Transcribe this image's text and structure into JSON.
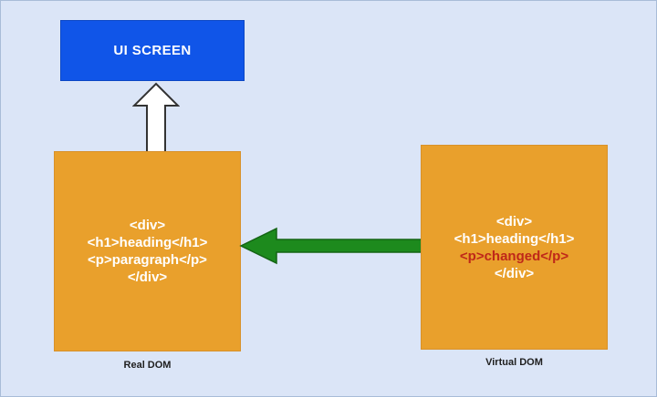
{
  "diagram": {
    "title_box": {
      "label": "UI SCREEN",
      "color": "#1055e8",
      "text_color": "#ffffff"
    },
    "real_dom": {
      "caption": "Real DOM",
      "color": "#e9a02c",
      "code": [
        {
          "text": "<div>",
          "color": "#ffffff",
          "changed": false
        },
        {
          "text": "<h1>heading</h1>",
          "color": "#ffffff",
          "changed": false
        },
        {
          "text": "<p>paragraph</p>",
          "color": "#ffffff",
          "changed": false
        },
        {
          "text": "</div>",
          "color": "#ffffff",
          "changed": false
        }
      ]
    },
    "virtual_dom": {
      "caption": "Virtual DOM",
      "color": "#e9a02c",
      "code": [
        {
          "text": "<div>",
          "color": "#ffffff",
          "changed": false
        },
        {
          "text": "<h1>heading</h1>",
          "color": "#ffffff",
          "changed": false
        },
        {
          "text": "<p>changed</p>",
          "color": "#bf2719",
          "changed": true
        },
        {
          "text": "</div>",
          "color": "#ffffff",
          "changed": false
        }
      ]
    },
    "arrows": {
      "render_up": {
        "direction": "up",
        "fill": "#ffffff",
        "stroke": "#333333"
      },
      "diff_left": {
        "direction": "left",
        "fill": "#1d8a1d",
        "stroke": "#146414"
      }
    },
    "canvas": {
      "background": "#dbe5f7",
      "border": "#a8bcd8"
    }
  }
}
